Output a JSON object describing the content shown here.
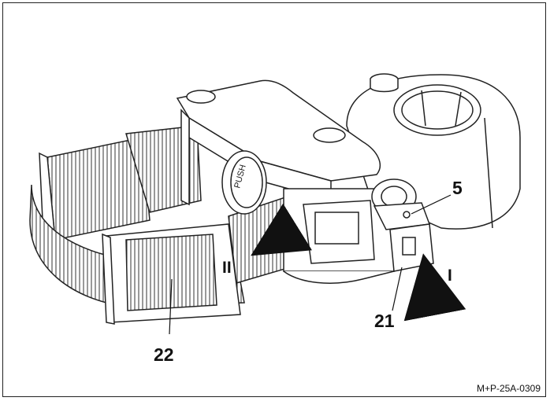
{
  "figure": {
    "callouts": {
      "part_5": "5",
      "part_21": "21",
      "part_22": "22",
      "step_1": "I",
      "step_2": "II"
    },
    "button_text": "PUSH",
    "reference_code": "M+P-25A-0309"
  }
}
